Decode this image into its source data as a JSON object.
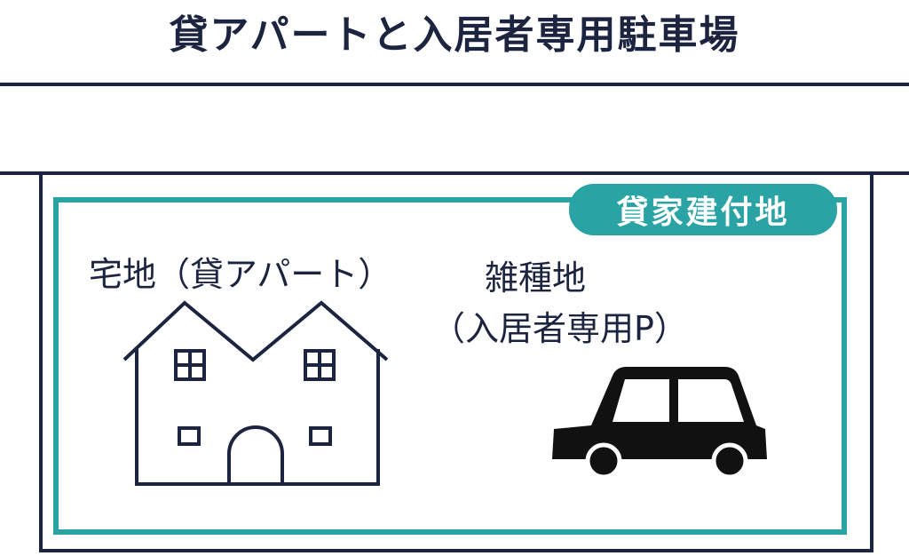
{
  "title": "貸アパートと入居者専用駐車場",
  "tag_label": "貸家建付地",
  "residential_label": "宅地（貸アパート）",
  "misc_label_line1": "雑種地",
  "misc_label_line2": "（入居者専用P）",
  "colors": {
    "navy": "#1c2440",
    "teal": "#2aa3a5"
  },
  "icons": [
    "house-icon",
    "car-icon"
  ]
}
